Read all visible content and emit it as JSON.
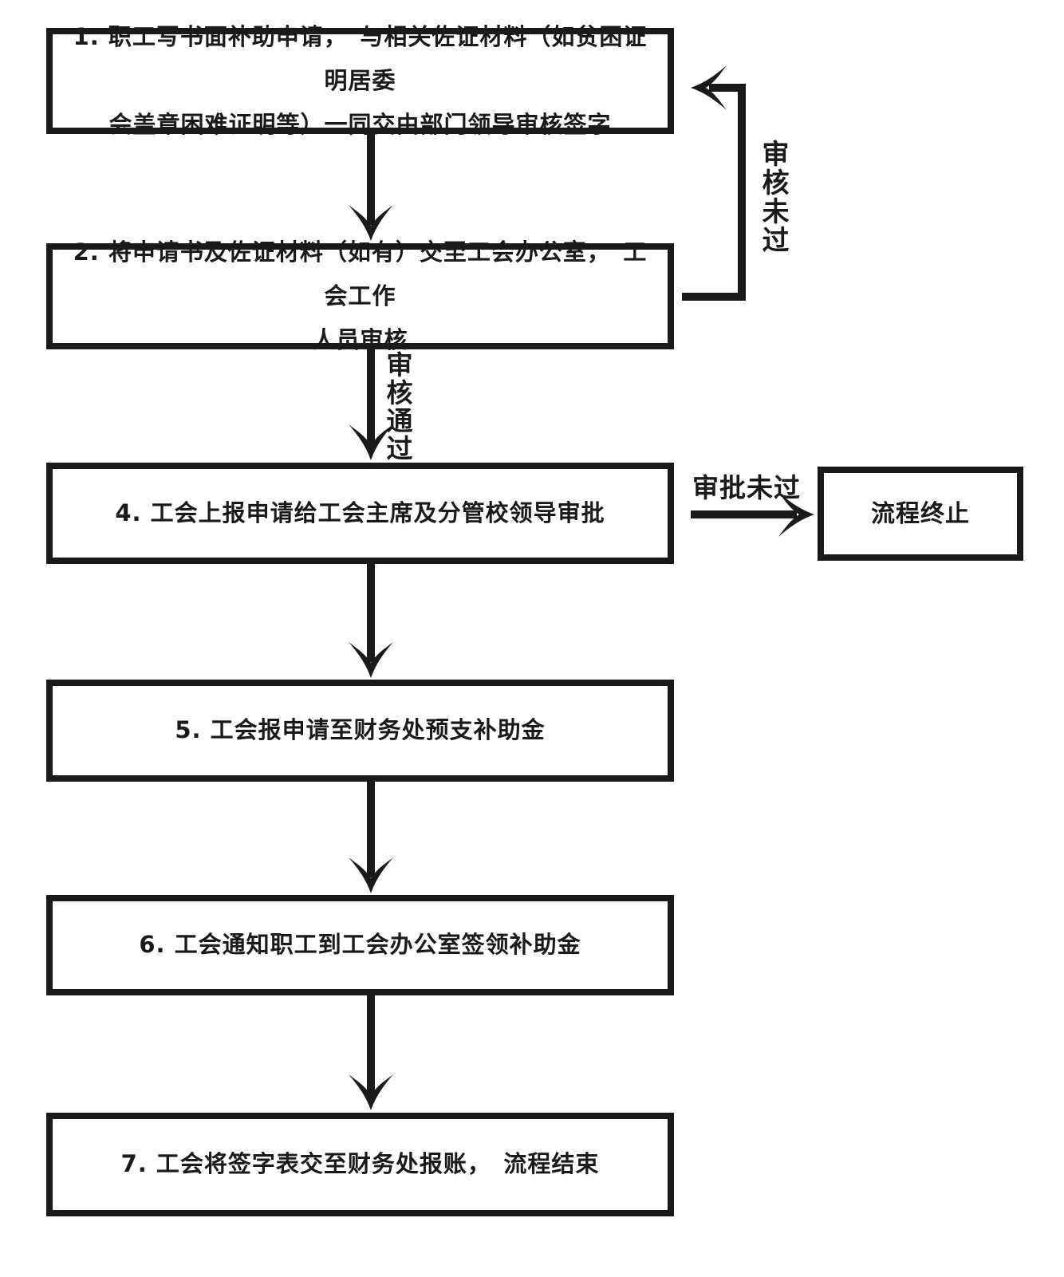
{
  "diagram": {
    "ink_color": "#1a1a1a",
    "background_color": "#ffffff",
    "boxes": [
      {
        "id": "step-1",
        "lines": [
          "1. 职工写书面补助申请，　与相关佐证材料（如贫困证明居委",
          "会盖章困难证明等）一同交由部门领导审核签字"
        ]
      },
      {
        "id": "step-2",
        "lines": [
          "2. 将申请书及佐证材料（如有）交至工会办公室，　工会工作",
          "人员审核"
        ]
      },
      {
        "id": "step-4",
        "lines": [
          "4. 工会上报申请给工会主席及分管校领导审批"
        ]
      },
      {
        "id": "terminate",
        "lines": [
          "流程终止"
        ]
      },
      {
        "id": "step-5",
        "lines": [
          "5. 工会报申请至财务处预支补助金"
        ]
      },
      {
        "id": "step-6",
        "lines": [
          "6. 工会通知职工到工会办公室签领补助金"
        ]
      },
      {
        "id": "step-7",
        "lines": [
          "7. 工会将签字表交至财务处报账，　流程结束"
        ]
      }
    ],
    "edge_labels": {
      "review_not_passed": "审核未过",
      "review_passed": "审核通过",
      "approval_not_passed": "审批未过"
    }
  }
}
